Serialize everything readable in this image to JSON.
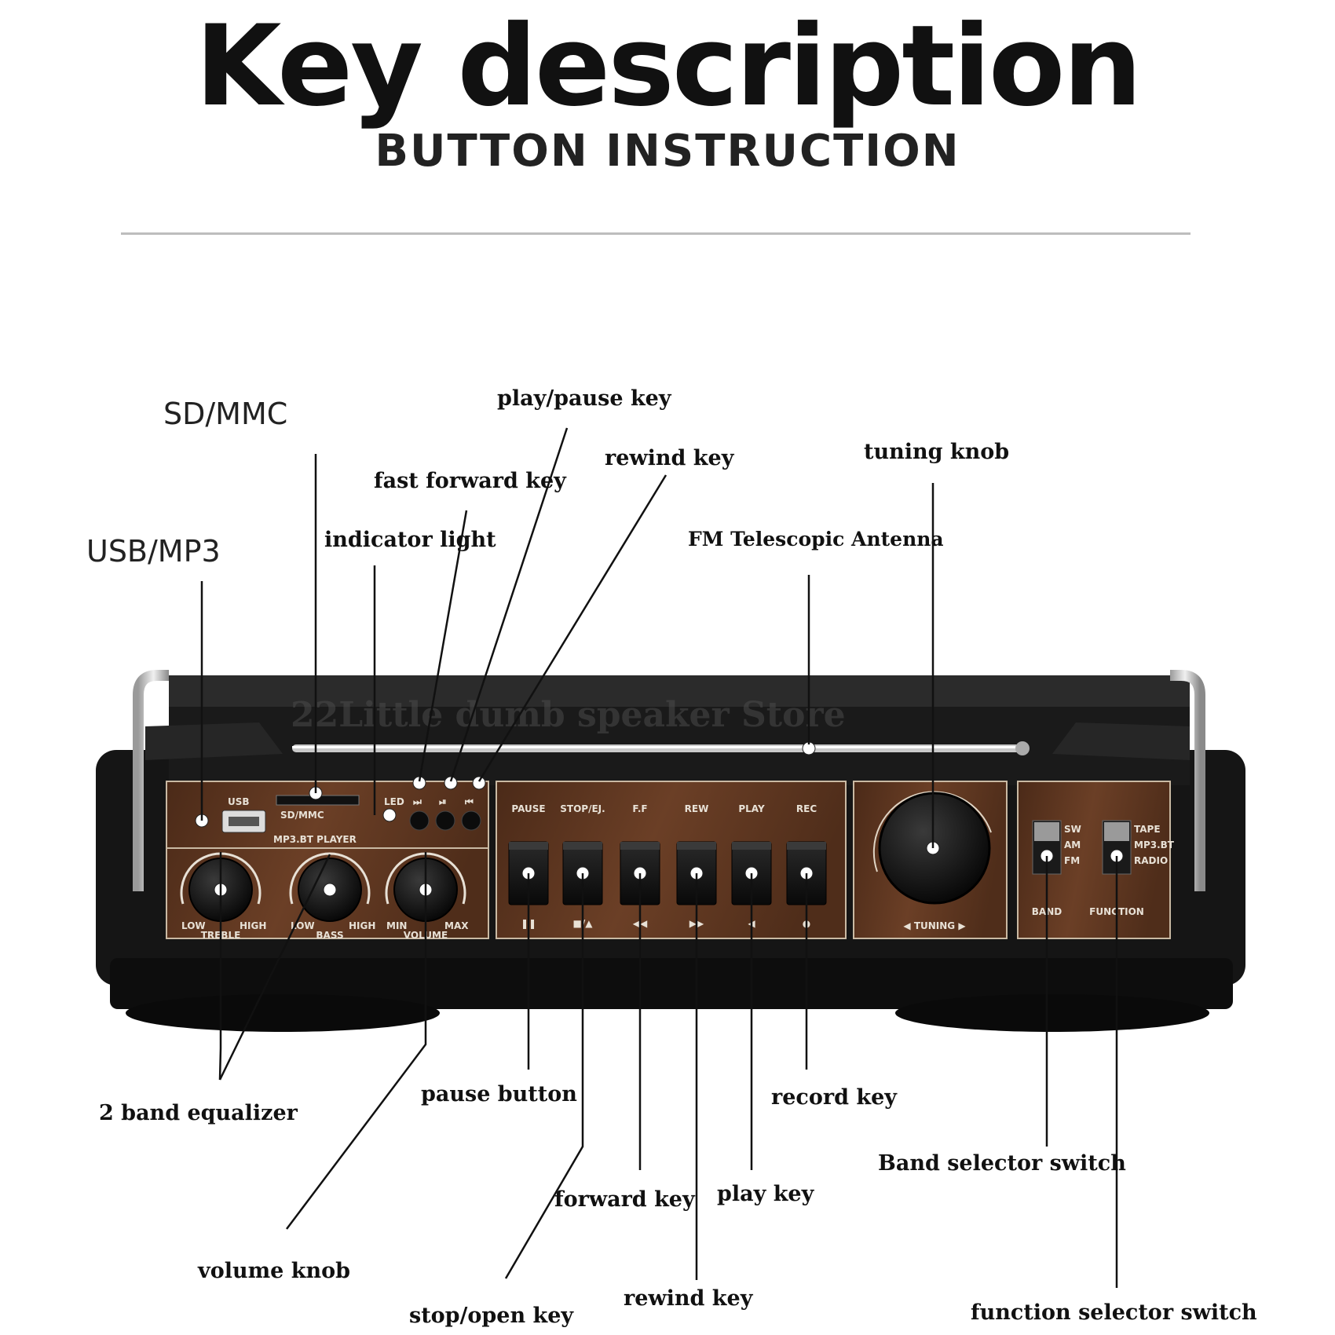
{
  "header": {
    "title": "Key description",
    "subtitle": "BUTTON INSTRUCTION"
  },
  "watermark": "22Little dumb speaker Store",
  "callouts": {
    "sd_mmc": "SD/MMC",
    "usb_mp3": "USB/MP3",
    "play_pause_key": "play/pause key",
    "fast_forward_key": "fast forward key",
    "rewind_key_top": "rewind key",
    "indicator_light": "indicator light",
    "tuning_knob": "tuning knob",
    "fm_antenna": "FM Telescopic Antenna",
    "two_band_equalizer": "2 band equalizer",
    "pause_button": "pause button",
    "record_key": "record key",
    "band_selector_switch": "Band selector switch",
    "forward_key": "forward key",
    "play_key": "play key",
    "volume_knob": "volume knob",
    "rewind_key_bottom": "rewind key",
    "stop_open_key": "stop/open key",
    "function_selector_switch": "function selector switch"
  },
  "panel": {
    "usb_label": "USB",
    "sd_label": "SD/MMC",
    "led_label": "LED",
    "mp3_label": "MP3.BT PLAYER",
    "mp3_buttons": [
      "⏭",
      "⏯",
      "⏮"
    ],
    "knobs": [
      {
        "name": "TREBLE",
        "low": "LOW",
        "high": "HIGH"
      },
      {
        "name": "BASS",
        "low": "LOW",
        "high": "HIGH"
      },
      {
        "name": "VOLUME",
        "low": "MIN",
        "high": "MAX"
      }
    ],
    "tape_keys": [
      {
        "label": "PAUSE",
        "symbol": "❚❚"
      },
      {
        "label": "STOP/EJ.",
        "symbol": "■/▲"
      },
      {
        "label": "F.F",
        "symbol": "◀◀"
      },
      {
        "label": "REW",
        "symbol": "▶▶"
      },
      {
        "label": "PLAY",
        "symbol": "◀"
      },
      {
        "label": "REC",
        "symbol": "●"
      }
    ],
    "tuning_label": "◀ TUNING ▶",
    "band_options": [
      "SW",
      "AM",
      "FM"
    ],
    "band_label": "BAND",
    "function_options": [
      "TAPE",
      "MP3.BT",
      "RADIO"
    ],
    "function_label": "FUNCTION"
  },
  "colors": {
    "wood": "#5a3420",
    "body": "#1c1c1c",
    "marker": "#ffffff",
    "rec_red": "#c0392b"
  }
}
